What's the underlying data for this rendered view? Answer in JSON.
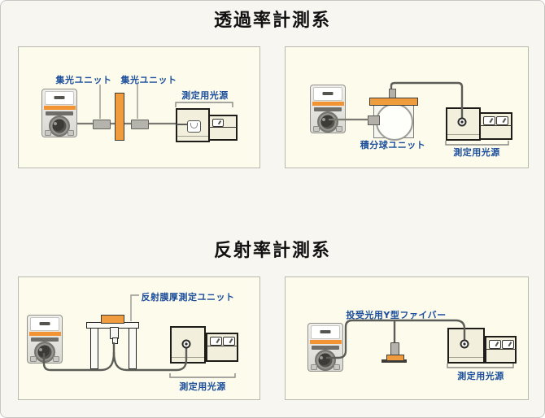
{
  "colors": {
    "accent_blue": "#1b4e9b",
    "orange": "#f09a3e",
    "cable_gray": "#5d5d58",
    "panel_fill": "#fdfbec"
  },
  "transmittance": {
    "title": "透過率計測系",
    "free_space_panel": {
      "lens_unit_1_label": "集光ユニット",
      "lens_unit_2_label": "集光ユニット",
      "light_source_label": "測定用光源"
    },
    "sphere_panel": {
      "sphere_unit_label": "積分球ユニット",
      "light_source_label": "測定用光源"
    }
  },
  "reflectance": {
    "title": "反射率計測系",
    "film_panel": {
      "unit_label": "反射膜厚測定ユニット",
      "light_source_label": "測定用光源"
    },
    "fiber_panel": {
      "fiber_label": "投受光用Y型ファイバー",
      "light_source_label": "測定用光源"
    }
  }
}
